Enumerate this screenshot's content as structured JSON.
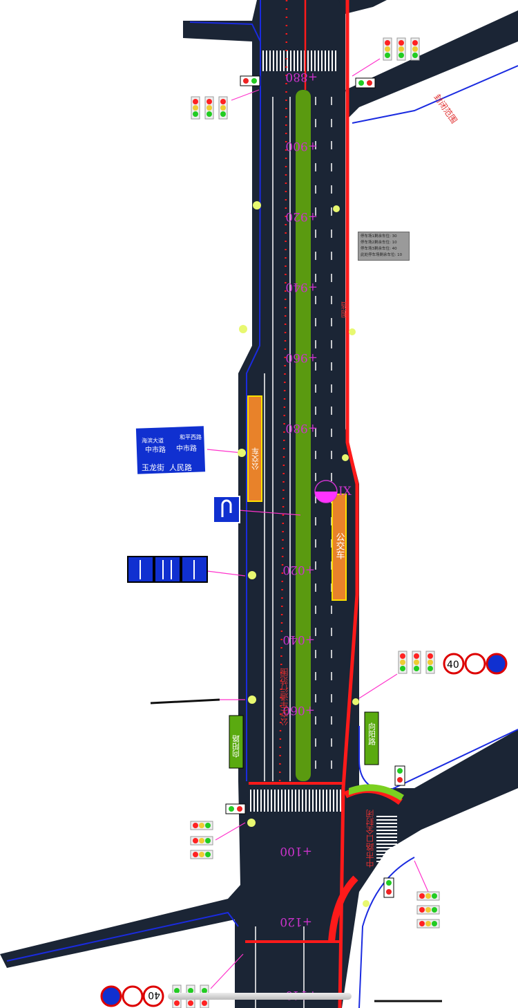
{
  "stations": [
    "+880",
    "+900",
    "+920",
    "+940",
    "+960",
    "+980",
    "+020",
    "+040",
    "+060",
    "+100",
    "+120",
    "+140"
  ],
  "labels": {
    "closure_area": "封闭范围",
    "intersection_closed": "中市路口全封闭",
    "hoarding": "围挡",
    "bus_stop_1": "公交车",
    "bus_stop_2": "公交车",
    "bus_route": "公交车通行范围",
    "marker": "IX"
  },
  "parking_board": [
    "停车场1剩余车位: 30",
    "停车场2剩余车位: 10",
    "停车场3剩余车位: 40",
    "此处停车场剩余车位: 10"
  ],
  "direction_sign": {
    "top_left": "海滨大道",
    "top_right": "和平西路",
    "middle_left": "中市路",
    "middle_right": "中市路",
    "bottom_left": "人民路",
    "bottom_right": "玉龙街"
  },
  "road_name_signs": [
    "向阳路",
    "向阳路"
  ],
  "speed_limit": "40",
  "colors": {
    "road": "#1b2535",
    "median": "#5a9a10",
    "closure": "#ff1a1a",
    "station": "#cc33cc",
    "sign_blue": "#1030d0",
    "sign_green": "#5aaa10"
  }
}
